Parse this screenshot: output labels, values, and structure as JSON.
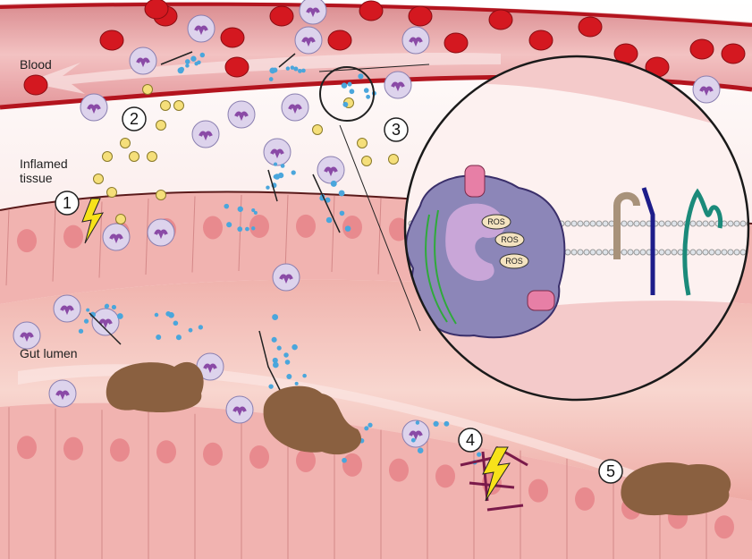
{
  "labels": {
    "blood": "Blood",
    "inflamed_tissue_line1": "Inflamed",
    "inflamed_tissue_line2": "tissue",
    "gut_lumen": "Gut lumen"
  },
  "steps": [
    "1",
    "2",
    "3",
    "4",
    "5"
  ],
  "inset": {
    "ros": [
      "ROS",
      "ROS",
      "ROS"
    ]
  },
  "icons": [
    "lightning-bolt-icon",
    "arrow-icon"
  ],
  "colors": {
    "blood_vessel": "#e8a3a6",
    "vessel_wall": "#b3141e",
    "red_blood_cell": "#d41820",
    "neutrophil": "#ddd3ec",
    "nucleus": "#8a4aa6",
    "epithelium": "#f1b3b0",
    "lumen": "#f6c9c3",
    "yellow_particle": "#f5df7a",
    "blue_particle": "#4aa6dc",
    "debris": "#8a6040",
    "inset_border": "#1a1a1a"
  }
}
